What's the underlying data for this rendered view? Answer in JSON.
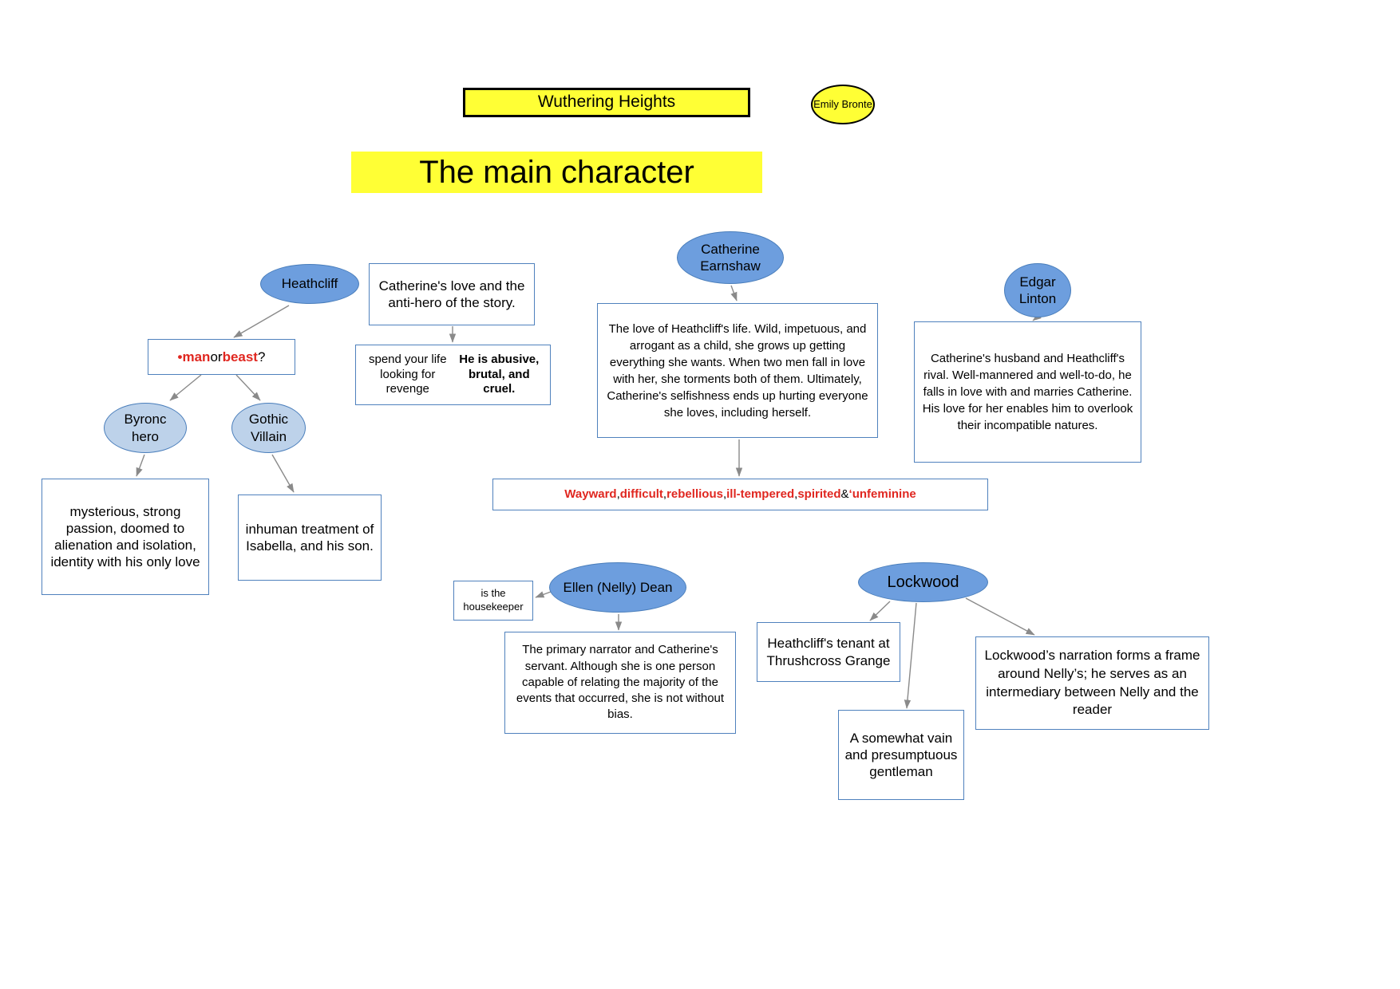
{
  "colors": {
    "yellow": "#ffff35",
    "node_blue": "#6d9ede",
    "node_blue_light": "#bdd2ea",
    "box_border": "#4f81bd",
    "red": "#e02720",
    "arrow": "#8a8a8a"
  },
  "header": {
    "book_title": "Wuthering Heights",
    "author": "Emily Bronte",
    "main_title": "The main character"
  },
  "heathcliff": {
    "label": "Heathcliff",
    "description": "Catherine's love and the anti-hero of the story.",
    "man_or_beast": [
      {
        "text": "•man",
        "style": "red-bold"
      },
      {
        "text": " or ",
        "style": "plain"
      },
      {
        "text": "beast",
        "style": "red-bold"
      },
      {
        "text": "?",
        "style": "plain"
      }
    ],
    "revenge": [
      {
        "text": "spend your life looking for revenge ",
        "style": "plain"
      },
      {
        "text": "He is abusive, brutal, and cruel.",
        "style": "bold"
      }
    ],
    "byronic_label": "Byronc hero",
    "gothic_label": "Gothic Villain",
    "byronic_description": "mysterious, strong passion, doomed to alienation and isolation, identity with his only love",
    "gothic_description": "inhuman treatment of Isabella, and his son."
  },
  "catherine": {
    "label": "Catherine Earnshaw",
    "description": "The love of Heathcliff's life. Wild, impetuous, and arrogant as a child, she grows up getting everything she wants. When two men fall in love with her, she torments both of them. Ultimately, Catherine's selfishness ends up hurting everyone she loves, including herself.",
    "traits": [
      {
        "text": "Wayward",
        "style": "red-bold"
      },
      {
        "text": ", ",
        "style": "plain"
      },
      {
        "text": "difficult",
        "style": "red-bold"
      },
      {
        "text": ", ",
        "style": "plain"
      },
      {
        "text": "rebellious",
        "style": "red-bold"
      },
      {
        "text": ", ",
        "style": "plain"
      },
      {
        "text": "ill-tempered",
        "style": "red-bold"
      },
      {
        "text": ", ",
        "style": "plain"
      },
      {
        "text": "spirited",
        "style": "red-bold"
      },
      {
        "text": " & ",
        "style": "plain"
      },
      {
        "text": "‘unfeminine",
        "style": "red-bold"
      }
    ]
  },
  "edgar": {
    "label": "Edgar Linton",
    "description": "Catherine's husband and Heathcliff's rival. Well-mannered and well-to-do, he falls in love with and marries Catherine. His love for her enables him to overlook their incompatible natures."
  },
  "nelly": {
    "label": "Ellen (Nelly) Dean",
    "housekeeper_note": "is the housekeeper",
    "description": "The primary narrator and Catherine's servant. Although she is one person capable of relating the majority of the events that occurred, she is not without bias."
  },
  "lockwood": {
    "label": "Lockwood",
    "tenant": "Heathcliff's tenant at Thrushcross Grange",
    "character": "A somewhat vain and presumptuous gentleman",
    "narration": "Lockwood’s narration forms a frame around Nelly’s; he serves as an intermediary between Nelly and the reader"
  }
}
